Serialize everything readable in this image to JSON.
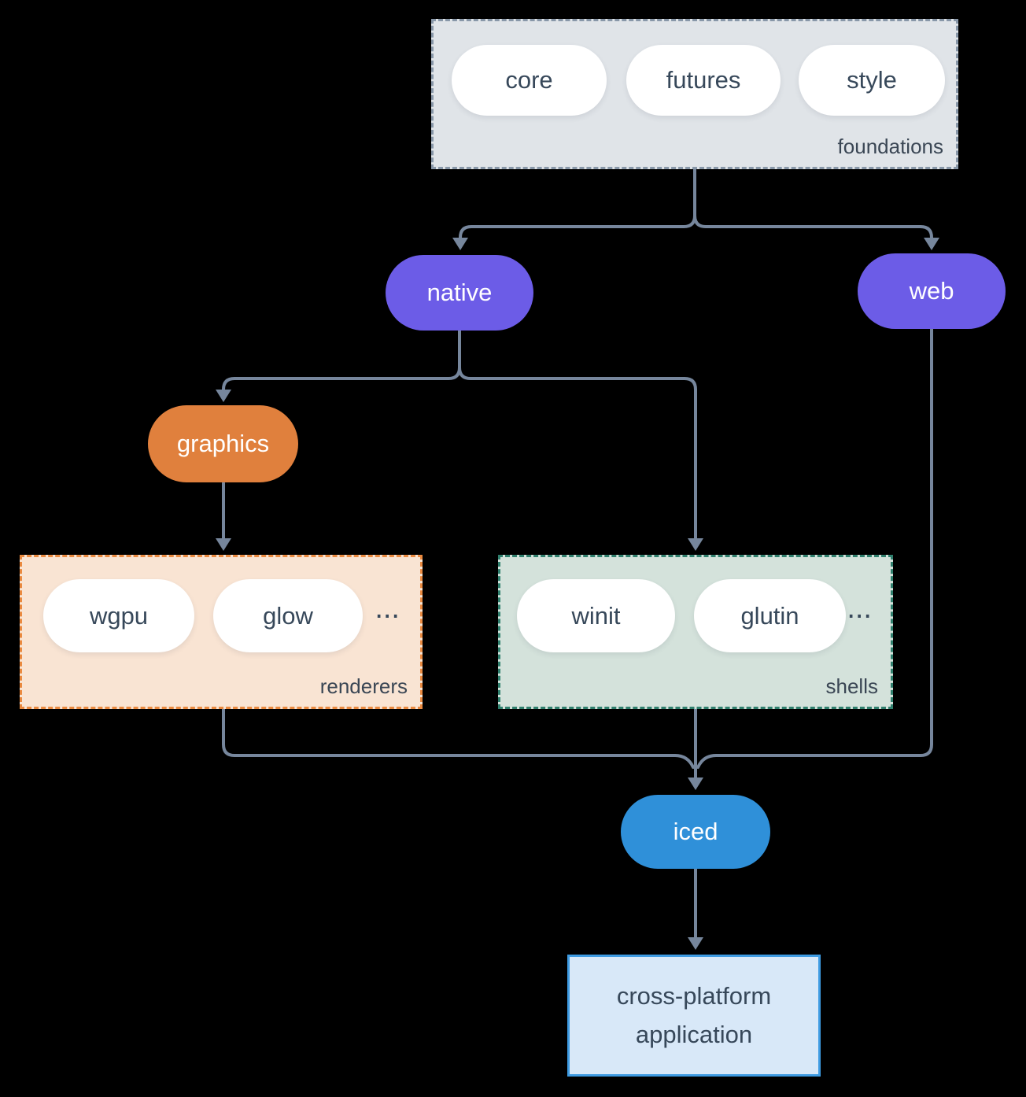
{
  "colors": {
    "background": "#000000",
    "arrow": "#76869C",
    "node_purple": "#6C5CE7",
    "node_orange": "#E0803D",
    "node_blue": "#2F90D9",
    "pill_bg": "#FFFFFF",
    "text_dark": "#37485A",
    "text_light": "#FFFFFF",
    "foundations_bg": "#E0E4E8",
    "foundations_border": "#8897A8",
    "renderers_bg": "#F9E4D3",
    "renderers_border": "#EA8A40",
    "shells_bg": "#D4E2DB",
    "shells_border": "#2F7F6D",
    "application_bg": "#D8E8F8",
    "application_border": "#3E9BE2"
  },
  "groups": {
    "foundations": {
      "label": "foundations",
      "items": [
        "core",
        "futures",
        "style"
      ]
    },
    "renderers": {
      "label": "renderers",
      "items": [
        "wgpu",
        "glow"
      ],
      "more": "..."
    },
    "shells": {
      "label": "shells",
      "items": [
        "winit",
        "glutin"
      ],
      "more": "..."
    }
  },
  "nodes": {
    "native": "native",
    "web": "web",
    "graphics": "graphics",
    "iced": "iced",
    "application": "cross-platform application"
  }
}
